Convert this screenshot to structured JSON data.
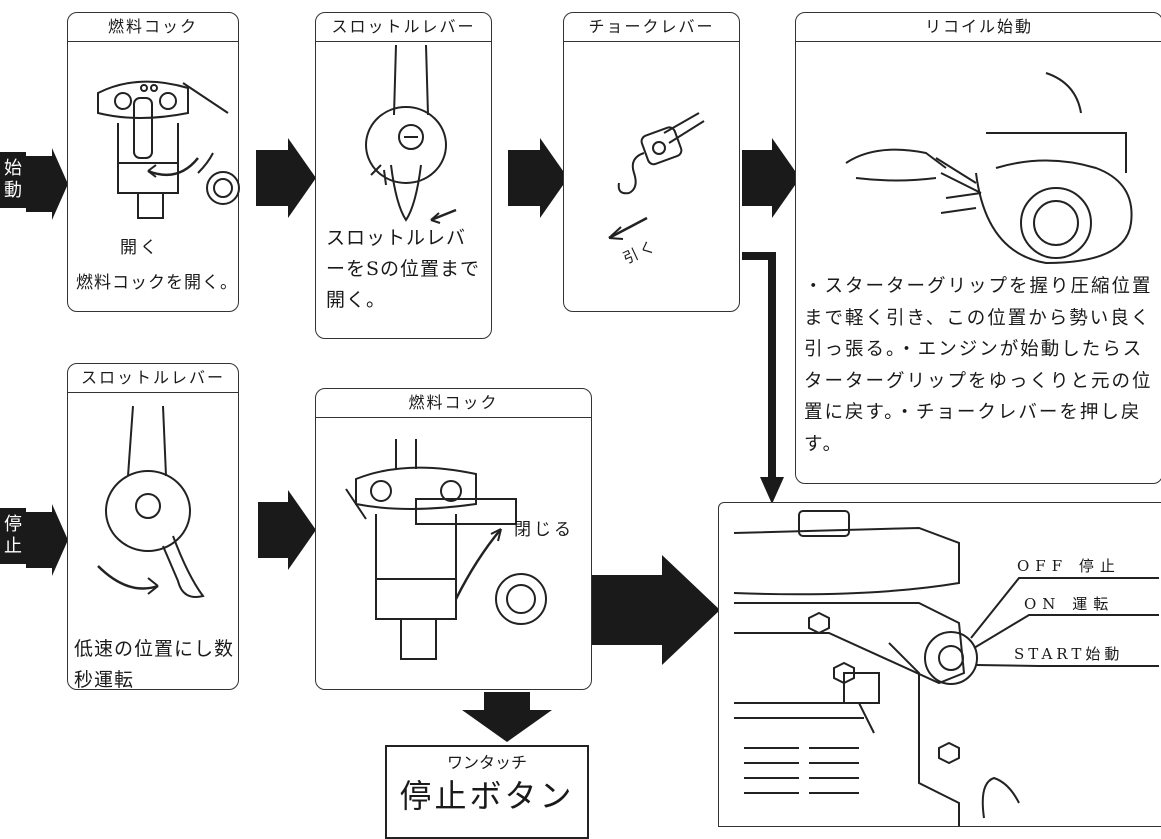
{
  "start_label": "始動",
  "stop_label": "停止",
  "start_row": {
    "fuel_cock": {
      "title": "燃料コック",
      "callout": "開く",
      "caption": "燃料コックを開く。"
    },
    "throttle": {
      "title": "スロットルレバー",
      "caption": "スロットルレバーをSの位置まで開く。"
    },
    "choke": {
      "title": "チョークレバー",
      "callout": "引く"
    },
    "recoil": {
      "title": "リコイル始動",
      "caption": "・スターターグリップを握り圧縮位置まで軽く引き、この位置から勢い良く引っ張る。・エンジンが始動したらスターターグリップをゆっくりと元の位置に戻す。・チョークレバーを押し戻す。"
    }
  },
  "stop_row": {
    "throttle": {
      "title": "スロットルレバー",
      "caption": "低速の位置にし数秒運転"
    },
    "fuel_cock": {
      "title": "燃料コック",
      "callout": "閉じる"
    }
  },
  "switch_labels": {
    "off": "OFF 停止",
    "on": "ON 運転",
    "start": "START始動"
  },
  "stop_button": {
    "small": "ワンタッチ",
    "large": "停止ボタン"
  }
}
